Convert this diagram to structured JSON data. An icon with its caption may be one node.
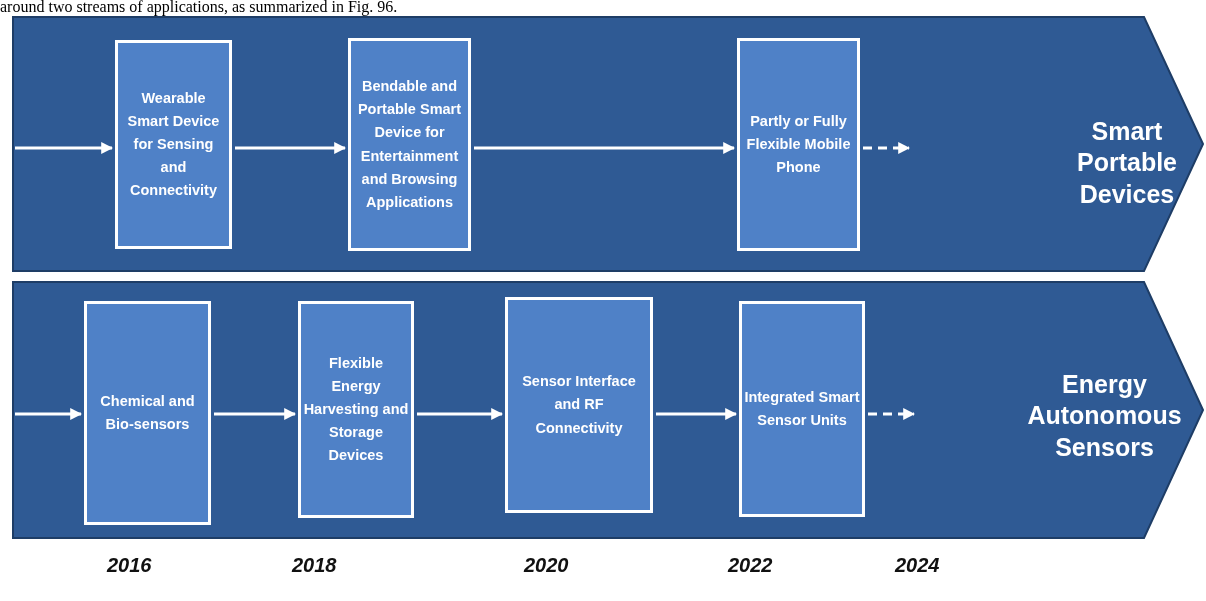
{
  "diagram": {
    "nodes": [
      {
        "text": [
          "Smart Portable Devices"
        ]
      },
      {
        "text": [
          "Wearable Smart Device for Sensing and Connectivity"
        ],
        "in": 0
      },
      {
        "text": [
          "Bendable and Portable Smart Device for Entertainment and Browsing Applications"
        ],
        "in": 0
      },
      {
        "text": [
          "Partly or Fully Flexible Mobile Phone"
        ],
        "in": 0
      },
      {
        "text": [
          "Energy Autonomous Sensors"
        ]
      },
      {
        "text": [
          "Chemical and Bio-sensors"
        ],
        "in": 4
      },
      {
        "text": [
          "Flexible Energy Harvesting and Storage Devices"
        ],
        "in": 4
      },
      {
        "text": [
          "Sensor Interface and RF Connectivity"
        ],
        "in": 4
      },
      {
        "text": [
          "Integrated Smart Sensor Units"
        ],
        "in": 4
      }
    ],
    "edges": [
      {
        "from": null,
        "to": 1,
        "arrow": "to"
      },
      {
        "from": 1,
        "to": 2,
        "arrow": "to"
      },
      {
        "from": 2,
        "to": 3,
        "arrow": "to"
      },
      {
        "from": 3,
        "to": null,
        "arrow": "to",
        "style": "dashed"
      },
      {
        "from": null,
        "to": 5,
        "arrow": "to"
      },
      {
        "from": 5,
        "to": 6,
        "arrow": "to"
      },
      {
        "from": 6,
        "to": 7,
        "arrow": "to"
      },
      {
        "from": 7,
        "to": 8,
        "arrow": "to"
      },
      {
        "from": 8,
        "to": null,
        "arrow": "to",
        "style": "dashed"
      }
    ],
    "labels": [
      "around two streams of applications, as summarized in Fig. 96.",
      "2016",
      "2018",
      "2020",
      "2022",
      "2024"
    ]
  }
}
